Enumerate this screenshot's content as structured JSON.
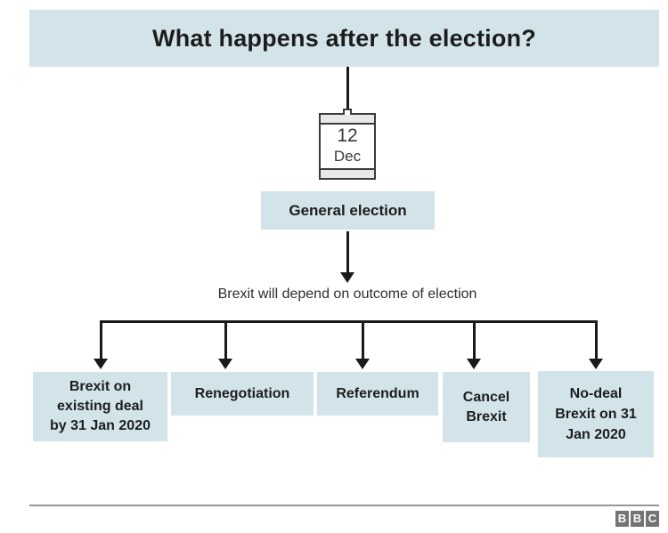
{
  "title": "What happens after the election?",
  "calendar": {
    "day": "12",
    "month": "Dec"
  },
  "event": {
    "label": "General election"
  },
  "caption": "Brexit will depend on outcome of election",
  "outcomes": [
    {
      "lines": [
        "Brexit on",
        "existing deal",
        "by 31 Jan 2020"
      ]
    },
    {
      "lines": [
        "Renegotiation"
      ]
    },
    {
      "lines": [
        "Referendum"
      ]
    },
    {
      "lines": [
        "Cancel",
        "Brexit"
      ]
    },
    {
      "lines": [
        "No-deal",
        "Brexit on 31",
        "Jan 2020"
      ]
    }
  ],
  "footer": {
    "logo_letters": [
      "B",
      "B",
      "C"
    ]
  },
  "colors": {
    "panel_blue": "#d2e4ea",
    "line_dark": "#1a1a1a",
    "logo_gray": "#747474"
  }
}
